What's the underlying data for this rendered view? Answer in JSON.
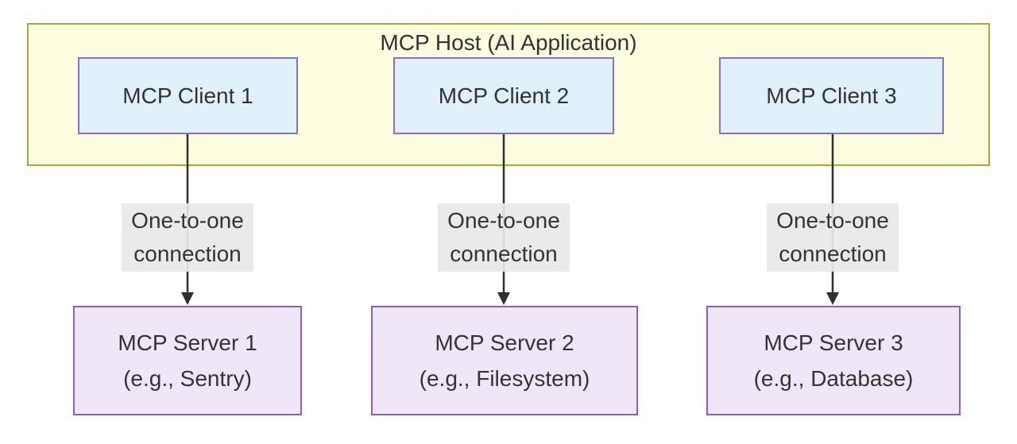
{
  "diagram": {
    "title": "MCP Host (AI Application)",
    "clients": [
      {
        "label": "MCP Client 1"
      },
      {
        "label": "MCP Client 2"
      },
      {
        "label": "MCP Client 3"
      }
    ],
    "connections": [
      {
        "label": "One-to-one connection"
      },
      {
        "label": "One-to-one connection"
      },
      {
        "label": "One-to-one connection"
      }
    ],
    "servers": [
      {
        "name": "MCP Server 1",
        "example": "(e.g., Sentry)"
      },
      {
        "name": "MCP Server 2",
        "example": "(e.g., Filesystem)"
      },
      {
        "name": "MCP Server 3",
        "example": "(e.g., Database)"
      }
    ],
    "colors": {
      "host_fill": "#FCFCDF",
      "host_border": "#AAAA33",
      "client_fill": "#E1F1FB",
      "client_border": "#8E6FC8",
      "server_fill": "#EFE7F8",
      "server_border": "#8761C1",
      "edge_label_bg": "#E8E8E8",
      "connector": "#2F2F2F",
      "text": "#333333"
    }
  }
}
